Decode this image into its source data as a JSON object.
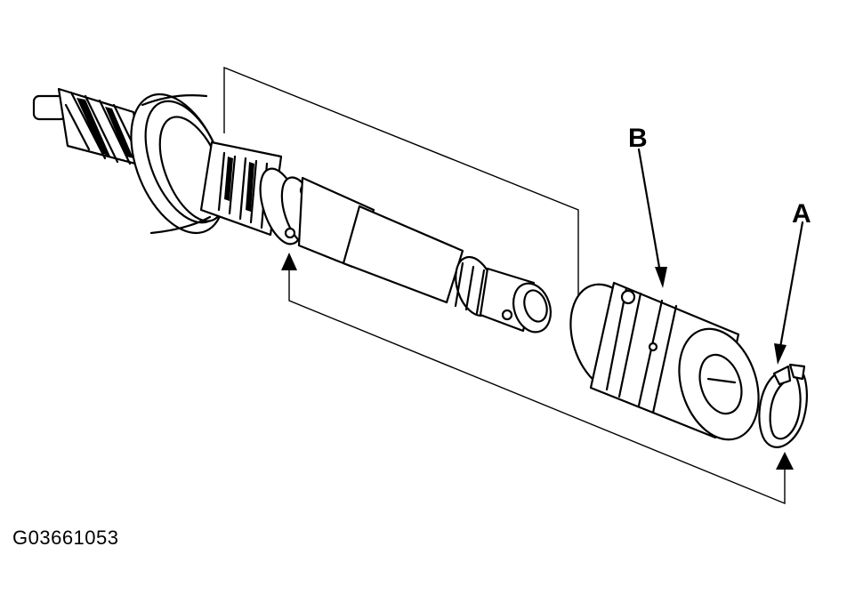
{
  "diagram": {
    "figure_id": "G03661053",
    "callouts": {
      "a": "A",
      "b": "B"
    },
    "colors": {
      "line": "#000000",
      "background": "#ffffff"
    }
  }
}
